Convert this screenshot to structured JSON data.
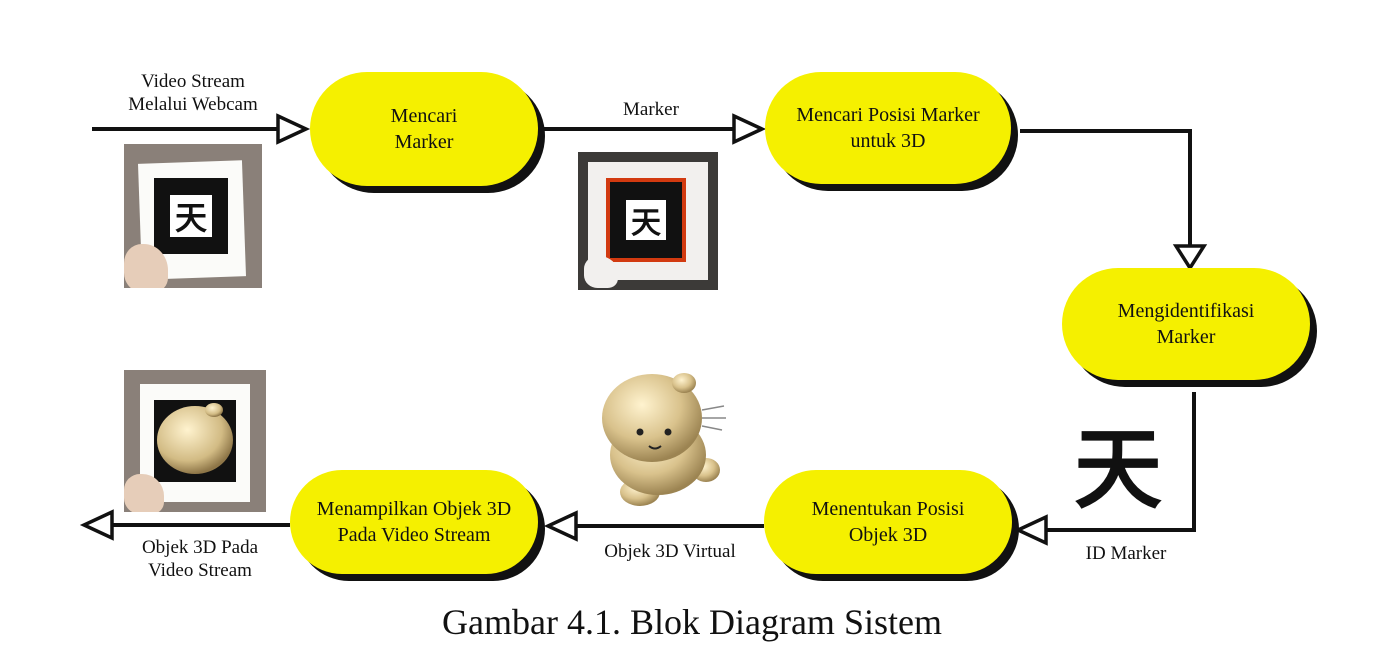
{
  "nodes": {
    "cari_marker": [
      "Mencari",
      "Marker"
    ],
    "posisi_marker": [
      "Mencari Posisi Marker",
      "untuk 3D"
    ],
    "identifikasi": [
      "Mengidentifikasi",
      "Marker"
    ],
    "tentukan_posisi": [
      "Menentukan Posisi",
      "Objek 3D"
    ],
    "tampilkan": [
      "Menampilkan Objek 3D",
      "Pada Video Stream"
    ]
  },
  "edge_labels": {
    "input": [
      "Video Stream",
      "Melalui Webcam"
    ],
    "marker": "Marker",
    "id_marker": "ID Marker",
    "objek_virtual": "Objek 3D Virtual",
    "output": [
      "Objek 3D Pada",
      "Video Stream"
    ]
  },
  "marker_glyph": "天",
  "caption": "Gambar 4.1. Blok Diagram  Sistem",
  "colors": {
    "node_fill": "#f5f000",
    "node_shadow": "#111111",
    "marker_border": "#d23a10"
  }
}
